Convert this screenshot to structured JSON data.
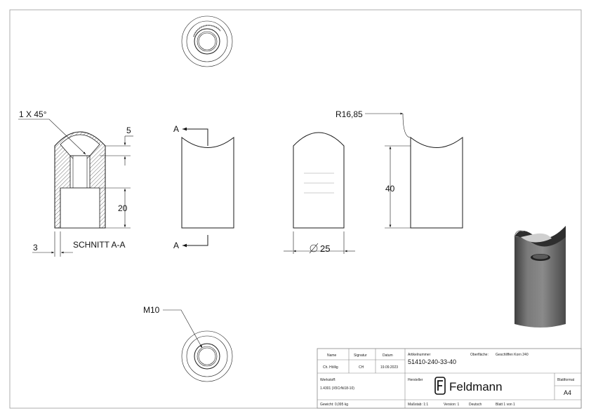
{
  "labels": {
    "chamfer": "1 X 45°",
    "dim_5": "5",
    "dim_20": "20",
    "dim_3": "3",
    "section_title": "SCHNITT A-A",
    "section_mark_top": "A",
    "section_mark_bottom": "A",
    "radius": "R16,85",
    "dim_40": "40",
    "diameter": "25",
    "thread": "M10"
  },
  "title_block": {
    "name_header": "Name",
    "signature_header": "Signatur",
    "date_header": "Datum",
    "name": "Ch. Höllig",
    "signature": "CH",
    "date": "19.09.2023",
    "article_label": "Artikelnummer",
    "article_number": "51410-240-33-40",
    "surface_label": "Oberfläche:",
    "surface_value": "Geschliffen Korn 240",
    "material_label": "Werkstoff:",
    "material_value": "1.4301 (X5CrNi18-10)",
    "manufacturer_label": "Hersteller",
    "brand_name": "Feldmann",
    "sheet_format_label": "Blattformat",
    "sheet_format_value": "A4",
    "weight": "Gewicht: 0,095 kg",
    "scale": "Maßstab: 1:1",
    "version": "Version: 1",
    "language": "Deutsch",
    "sheet": "Blatt 1 von 1"
  },
  "colors": {
    "line": "#1a1a1a",
    "hatch": "#333333",
    "render_body": "#6e6e6e",
    "render_dark": "#3a3a3a",
    "border": "#9a9a9a"
  }
}
